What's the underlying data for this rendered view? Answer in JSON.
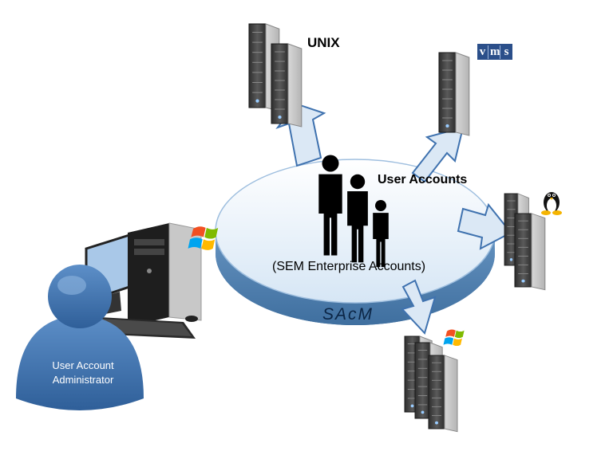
{
  "labels": {
    "unix": "UNIX",
    "vms": "vms",
    "user_accounts": "User Accounts",
    "sem_accounts": "(SEM Enterprise Accounts)",
    "sacm": "SAcM",
    "admin_line1": "User Account",
    "admin_line2": "Administrator"
  },
  "colors": {
    "ring_fill": "#e8f2fb",
    "ring_side": "#5e8fc0",
    "admin": "#3f72af",
    "server_body": "#4a4a4a",
    "arrow_fill": "#dbe8f5",
    "arrow_stroke": "#3f72af",
    "vms_badge": "#2b4f8a"
  },
  "icons": [
    "windows-logo-icon",
    "linux-penguin-icon",
    "vms-logo-icon",
    "server-icon",
    "desktop-computer-icon",
    "people-icon",
    "person-icon"
  ]
}
